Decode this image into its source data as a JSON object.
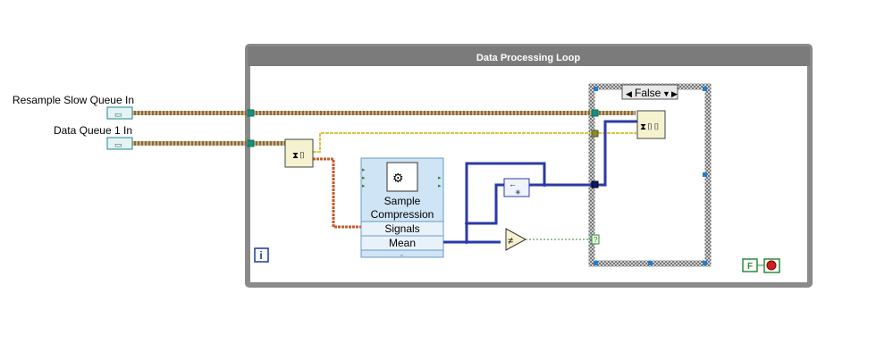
{
  "terminals": {
    "resample_slow_queue": "Resample Slow Queue In",
    "data_queue_1": "Data Queue 1 In"
  },
  "loop": {
    "title": "Data Processing Loop",
    "iteration_label": "i",
    "stop_constant": "F"
  },
  "case_structure": {
    "selector": "False",
    "selector_arrow": "▼"
  },
  "express_vi": {
    "title_line1": "Sample",
    "title_line2": "Compression",
    "output_1": "Signals",
    "output_2": "Mean"
  },
  "colors": {
    "loop_border": "#8a8a8a",
    "loop_title_bar": "#7b7b7b",
    "queue_wire": "#8a6a3a",
    "error_wire": "#d8c640",
    "waveform_wire": "#c85a2a",
    "dbl_wire": "#2b3aa8",
    "bool_wire": "#2e8b3a"
  }
}
